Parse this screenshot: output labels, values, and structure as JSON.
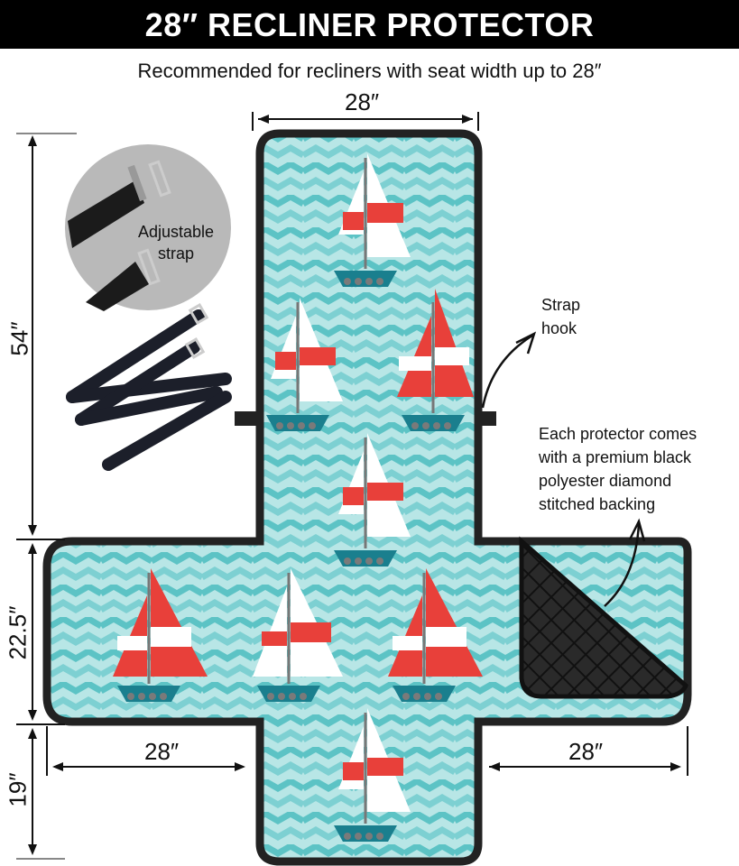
{
  "header": {
    "title": "28″ RECLINER PROTECTOR",
    "subtitle": "Recommended for recliners with seat width up to 28″"
  },
  "dimensions": {
    "top_width": "28″",
    "back_height": "54″",
    "seat_height": "22.5″",
    "footrest_height": "19″",
    "left_arm_width": "28″",
    "right_arm_width": "28″"
  },
  "callouts": {
    "adjustable_strap": "Adjustable strap",
    "strap_hook": "Strap hook",
    "backing_note": "Each protector comes with a premium black polyester diamond stitched backing"
  },
  "colors": {
    "banner": "#000000",
    "outline": "#222222",
    "water_light": "#9fdcdc",
    "water_dark": "#5cc3c5",
    "sail_red": "#e8403a",
    "sail_white": "#ffffff",
    "hull_teal": "#1a7f8e",
    "backing_black": "#1a1a1a",
    "strap_circle": "#b9b9b9"
  }
}
